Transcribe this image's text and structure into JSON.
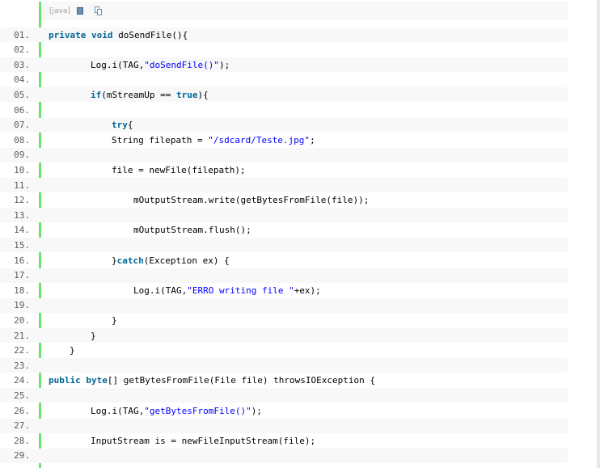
{
  "toolbar": {
    "lang": "[java]",
    "view_icon": "view-source-icon",
    "copy_icon": "copy-to-clipboard-icon"
  },
  "colors": {
    "keyword": "#006699",
    "string": "#0000ff",
    "gutter": "#6ce26c",
    "alt_row": "#f8f8f8"
  },
  "lines": [
    {
      "num": "01.",
      "indent": 0,
      "tokens": [
        {
          "t": "private",
          "c": "kw"
        },
        {
          "t": " "
        },
        {
          "t": "void",
          "c": "kw"
        },
        {
          "t": " doSendFile(){"
        }
      ]
    },
    {
      "num": "02.",
      "indent": 0,
      "tokens": []
    },
    {
      "num": "03.",
      "indent": 2,
      "tokens": [
        {
          "t": "Log.i(TAG,"
        },
        {
          "t": "\"doSendFile()\"",
          "c": "str"
        },
        {
          "t": ");"
        }
      ]
    },
    {
      "num": "04.",
      "indent": 0,
      "tokens": []
    },
    {
      "num": "05.",
      "indent": 2,
      "tokens": [
        {
          "t": "if",
          "c": "kw"
        },
        {
          "t": "(mStreamUp == "
        },
        {
          "t": "true",
          "c": "kw"
        },
        {
          "t": "){"
        }
      ]
    },
    {
      "num": "06.",
      "indent": 0,
      "tokens": []
    },
    {
      "num": "07.",
      "indent": 3,
      "tokens": [
        {
          "t": "try",
          "c": "kw"
        },
        {
          "t": "{"
        }
      ]
    },
    {
      "num": "08.",
      "indent": 3,
      "tokens": [
        {
          "t": "String filepath = "
        },
        {
          "t": "\"/sdcard/Teste.jpg\"",
          "c": "str"
        },
        {
          "t": ";"
        }
      ]
    },
    {
      "num": "09.",
      "indent": 0,
      "tokens": []
    },
    {
      "num": "10.",
      "indent": 3,
      "tokens": [
        {
          "t": "file = newFile(filepath);"
        }
      ]
    },
    {
      "num": "11.",
      "indent": 0,
      "tokens": []
    },
    {
      "num": "12.",
      "indent": 4,
      "tokens": [
        {
          "t": "mOutputStream.write(getBytesFromFile(file));"
        }
      ]
    },
    {
      "num": "13.",
      "indent": 0,
      "tokens": []
    },
    {
      "num": "14.",
      "indent": 4,
      "tokens": [
        {
          "t": "mOutputStream.flush();"
        }
      ]
    },
    {
      "num": "15.",
      "indent": 0,
      "tokens": []
    },
    {
      "num": "16.",
      "indent": 3,
      "tokens": [
        {
          "t": "}"
        },
        {
          "t": "catch",
          "c": "kw"
        },
        {
          "t": "(Exception ex) {"
        }
      ]
    },
    {
      "num": "17.",
      "indent": 0,
      "tokens": []
    },
    {
      "num": "18.",
      "indent": 4,
      "tokens": [
        {
          "t": "Log.i(TAG,"
        },
        {
          "t": "\"ERRO writing file \"",
          "c": "str"
        },
        {
          "t": "+ex);"
        }
      ]
    },
    {
      "num": "19.",
      "indent": 0,
      "tokens": []
    },
    {
      "num": "20.",
      "indent": 3,
      "tokens": [
        {
          "t": "}"
        }
      ]
    },
    {
      "num": "21.",
      "indent": 2,
      "tokens": [
        {
          "t": "}"
        }
      ]
    },
    {
      "num": "22.",
      "indent": 1,
      "tokens": [
        {
          "t": "}"
        }
      ]
    },
    {
      "num": "23.",
      "indent": 0,
      "tokens": []
    },
    {
      "num": "24.",
      "indent": 0,
      "tokens": [
        {
          "t": "public",
          "c": "kw"
        },
        {
          "t": " "
        },
        {
          "t": "byte",
          "c": "kw"
        },
        {
          "t": "[] getBytesFromFile(File file) throwsIOException {"
        }
      ]
    },
    {
      "num": "25.",
      "indent": 0,
      "tokens": []
    },
    {
      "num": "26.",
      "indent": 2,
      "tokens": [
        {
          "t": "Log.i(TAG,"
        },
        {
          "t": "\"getBytesFromFile()\"",
          "c": "str"
        },
        {
          "t": ");"
        }
      ]
    },
    {
      "num": "27.",
      "indent": 0,
      "tokens": []
    },
    {
      "num": "28.",
      "indent": 2,
      "tokens": [
        {
          "t": "InputStream is = newFileInputStream(file);"
        }
      ]
    },
    {
      "num": "29.",
      "indent": 0,
      "tokens": []
    }
  ]
}
